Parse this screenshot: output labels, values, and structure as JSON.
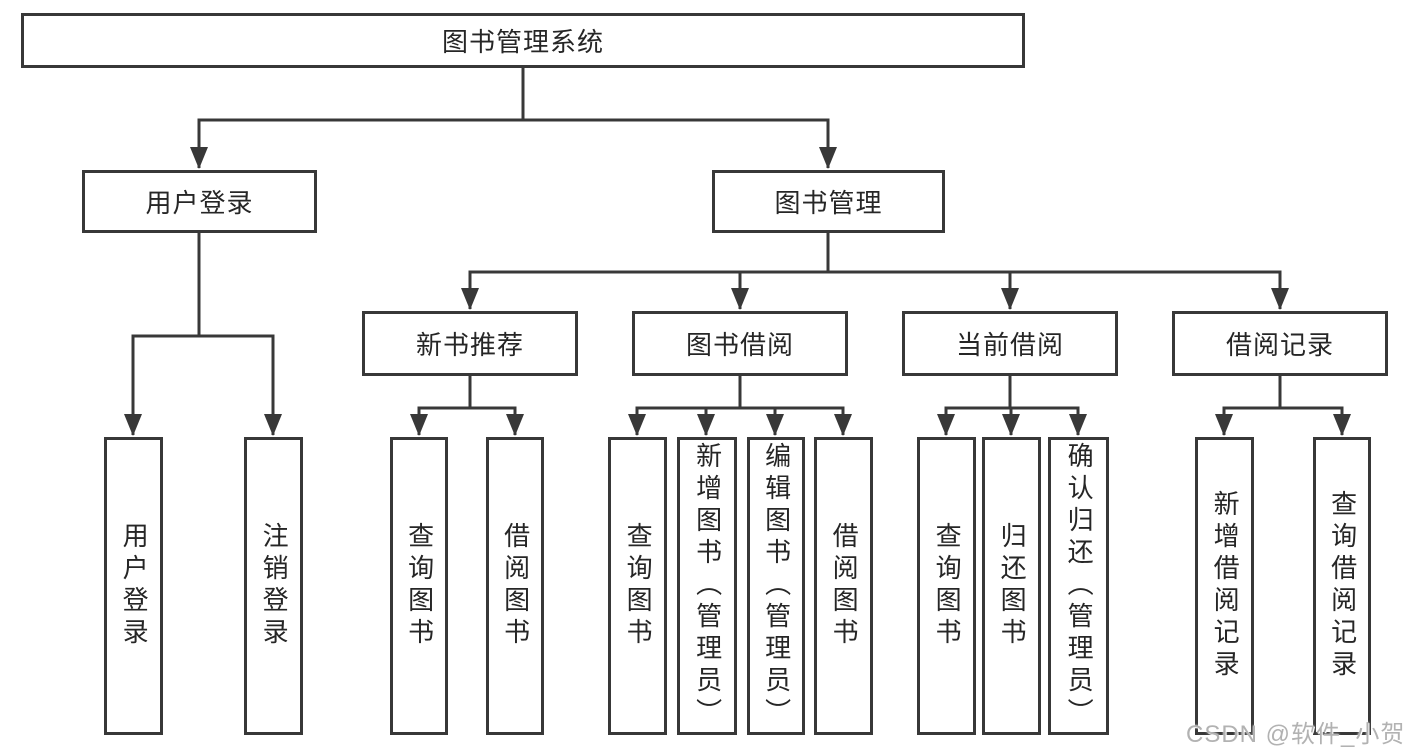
{
  "diagram": {
    "type": "tree",
    "colors": {
      "line": "#383838",
      "node_border": "#383838",
      "node_background": "#ffffff",
      "text": "#262626",
      "watermark": "#b2b2b2",
      "background": "#ffffff"
    },
    "nodes": {
      "root": {
        "label": "图书管理系统"
      },
      "user_login": {
        "label": "用户登录",
        "parent": "root"
      },
      "book_mgmt": {
        "label": "图书管理",
        "parent": "root"
      },
      "leaf_user_login": {
        "label": "用户登录",
        "parent": "user_login"
      },
      "leaf_logout": {
        "label": "注销登录",
        "parent": "user_login"
      },
      "new_book_rec": {
        "label": "新书推荐",
        "parent": "book_mgmt"
      },
      "book_borrow": {
        "label": "图书借阅",
        "parent": "book_mgmt"
      },
      "current_borrow": {
        "label": "当前借阅",
        "parent": "book_mgmt"
      },
      "borrow_records": {
        "label": "借阅记录",
        "parent": "book_mgmt"
      },
      "leaf_rec_query_books": {
        "label": "查询图书",
        "parent": "new_book_rec"
      },
      "leaf_rec_borrow_books": {
        "label": "借阅图书",
        "parent": "new_book_rec"
      },
      "leaf_bb_query_books": {
        "label": "查询图书",
        "parent": "book_borrow"
      },
      "leaf_bb_add_books": {
        "label": "新增图书（管理员）",
        "parent": "book_borrow"
      },
      "leaf_bb_edit_books": {
        "label": "编辑图书（管理员）",
        "parent": "book_borrow"
      },
      "leaf_bb_borrow_books": {
        "label": "借阅图书",
        "parent": "book_borrow"
      },
      "leaf_cb_query_books": {
        "label": "查询图书",
        "parent": "current_borrow"
      },
      "leaf_cb_return_books": {
        "label": "归还图书",
        "parent": "current_borrow"
      },
      "leaf_cb_confirm_return": {
        "label": "确认归还（管理员）",
        "parent": "current_borrow"
      },
      "leaf_br_add_record": {
        "label": "新增借阅记录",
        "parent": "borrow_records"
      },
      "leaf_br_query_record": {
        "label": "查询借阅记录",
        "parent": "borrow_records"
      }
    }
  },
  "watermark": {
    "text": "CSDN @软件_小贺同学"
  }
}
